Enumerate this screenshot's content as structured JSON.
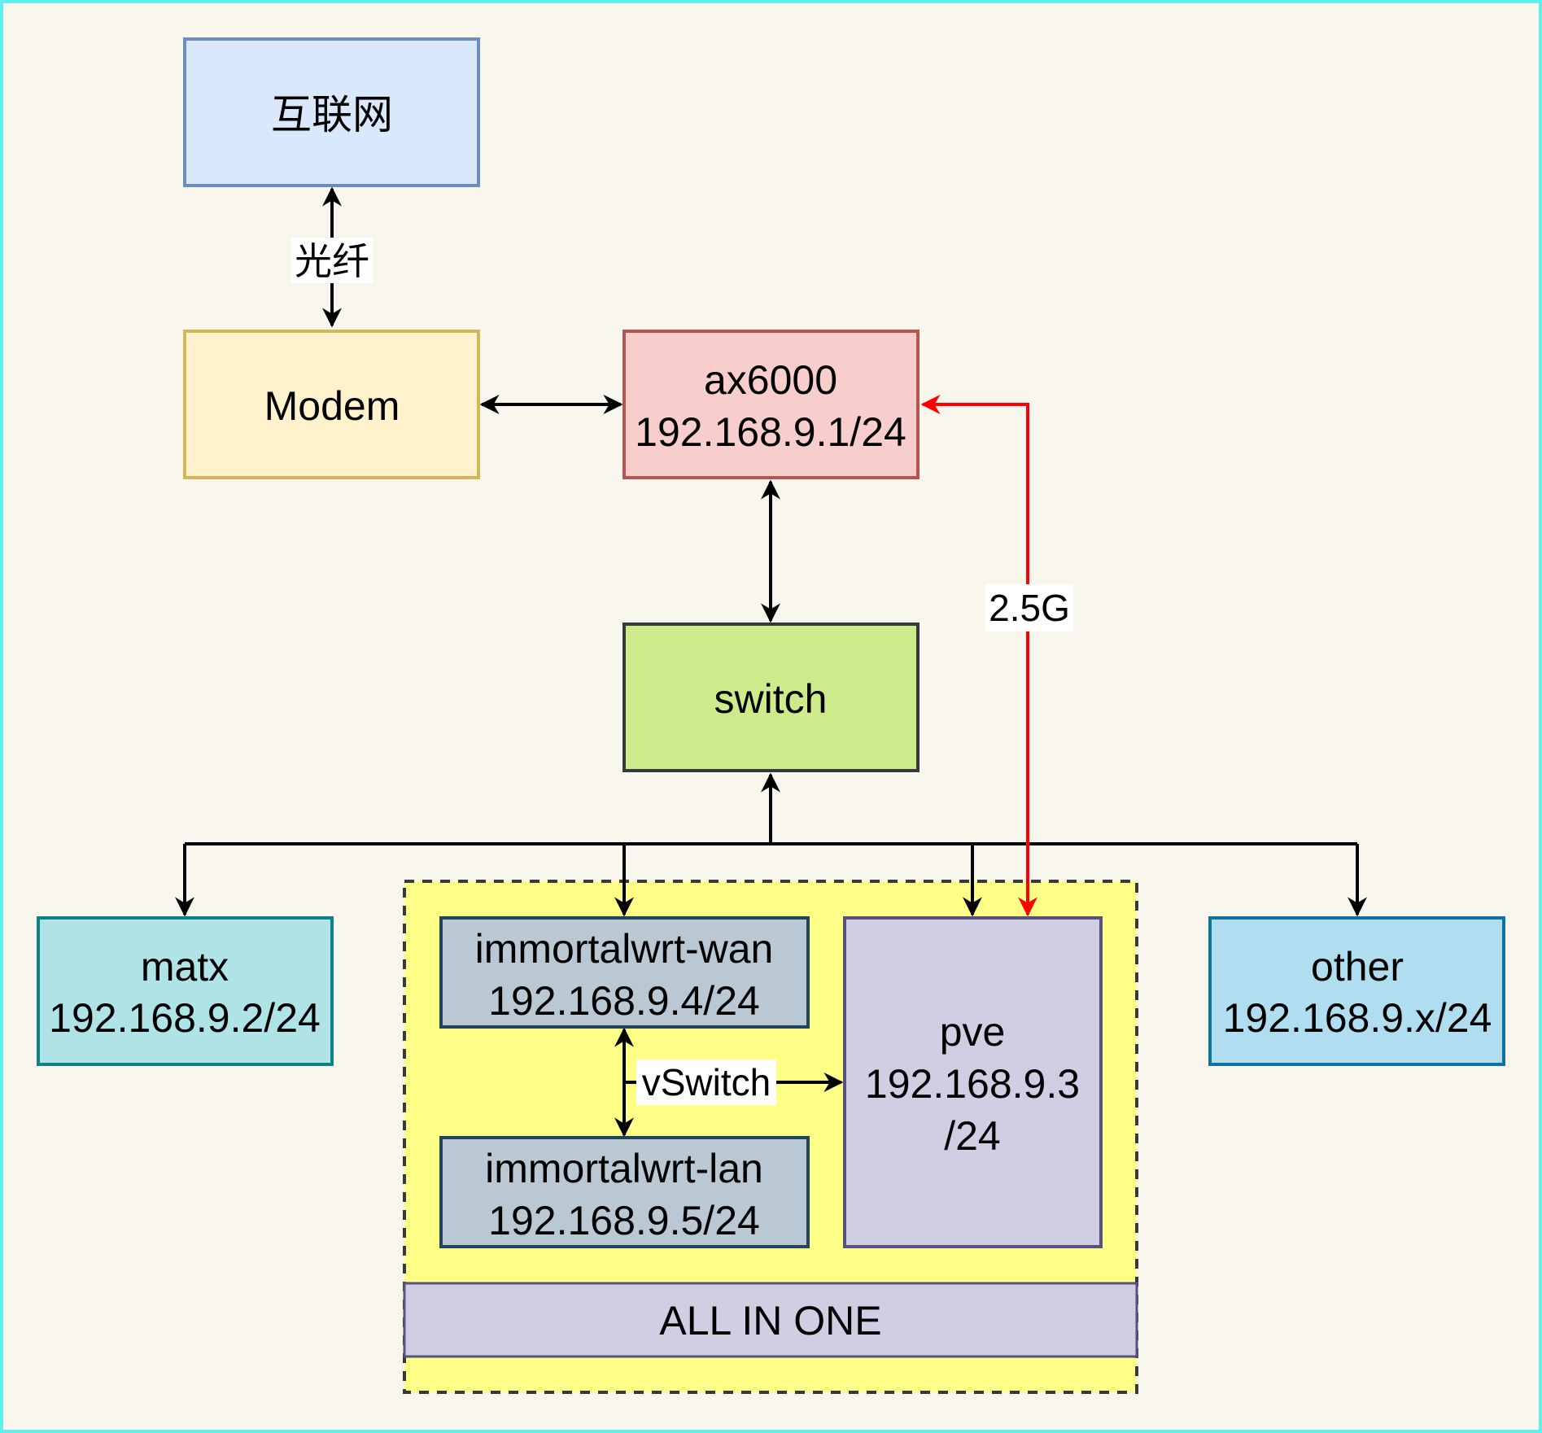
{
  "colors": {
    "page_background": "#f9f6ed",
    "page_border": "#5ef0ec",
    "edge": "#000000",
    "highlight_edge": "#ff0000",
    "label_background": "#ffffff"
  },
  "nodes": {
    "internet": {
      "label": "互联网",
      "fill": "#dae8fc",
      "stroke": "#6c8ebf"
    },
    "modem": {
      "label": "Modem",
      "fill": "#fff2cc",
      "stroke": "#d6b656"
    },
    "router": {
      "name": "ax6000",
      "ip": "192.168.9.1/24",
      "fill": "#f8cecc",
      "stroke": "#b85450"
    },
    "switch": {
      "label": "switch",
      "fill": "#cdeb8b",
      "stroke": "#36393d"
    },
    "matx": {
      "name": "matx",
      "ip": "192.168.9.2/24",
      "fill": "#b0e3e6",
      "stroke": "#0e8088"
    },
    "other": {
      "name": "other",
      "ip": "192.168.9.x/24",
      "fill": "#b1ddf0",
      "stroke": "#10739e"
    },
    "all_in_one": {
      "label": "ALL IN ONE",
      "container_fill": "#ffff88",
      "container_stroke": "#36393d",
      "bar_fill": "#d0cee2",
      "bar_stroke": "#56517e"
    },
    "immortalwrt_wan": {
      "name": "immortalwrt-wan",
      "ip": "192.168.9.4/24",
      "fill": "#bac8d3",
      "stroke": "#23445d"
    },
    "immortalwrt_lan": {
      "name": "immortalwrt-lan",
      "ip": "192.168.9.5/24",
      "fill": "#bac8d3",
      "stroke": "#23445d"
    },
    "pve": {
      "name": "pve",
      "ip_line1": "192.168.9.3",
      "ip_line2": "/24",
      "fill": "#d0cee2",
      "stroke": "#56517e"
    }
  },
  "edges": {
    "internet_modem": {
      "label": "光纤"
    },
    "router_pve": {
      "label": "2.5G"
    },
    "vswitch": {
      "label": "vSwitch"
    }
  }
}
